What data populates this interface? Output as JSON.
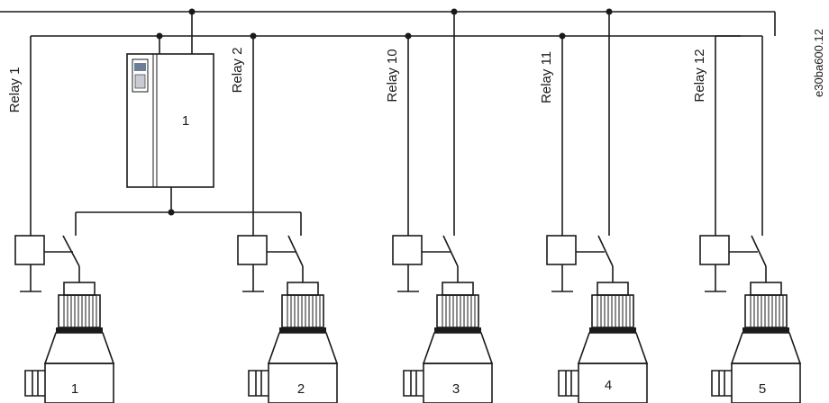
{
  "diagram": {
    "code": "e30ba600.12",
    "drive_label": "1",
    "relays": [
      {
        "label": "Relay 1"
      },
      {
        "label": "Relay 2"
      },
      {
        "label": "Relay 10"
      },
      {
        "label": "Relay 11"
      },
      {
        "label": "Relay 12"
      }
    ],
    "motors": [
      {
        "label": "1"
      },
      {
        "label": "2"
      },
      {
        "label": "3"
      },
      {
        "label": "4"
      },
      {
        "label": "5"
      }
    ],
    "colors": {
      "line": "#1a1a1a",
      "background": "#ffffff",
      "display": "#6b7d97"
    }
  }
}
